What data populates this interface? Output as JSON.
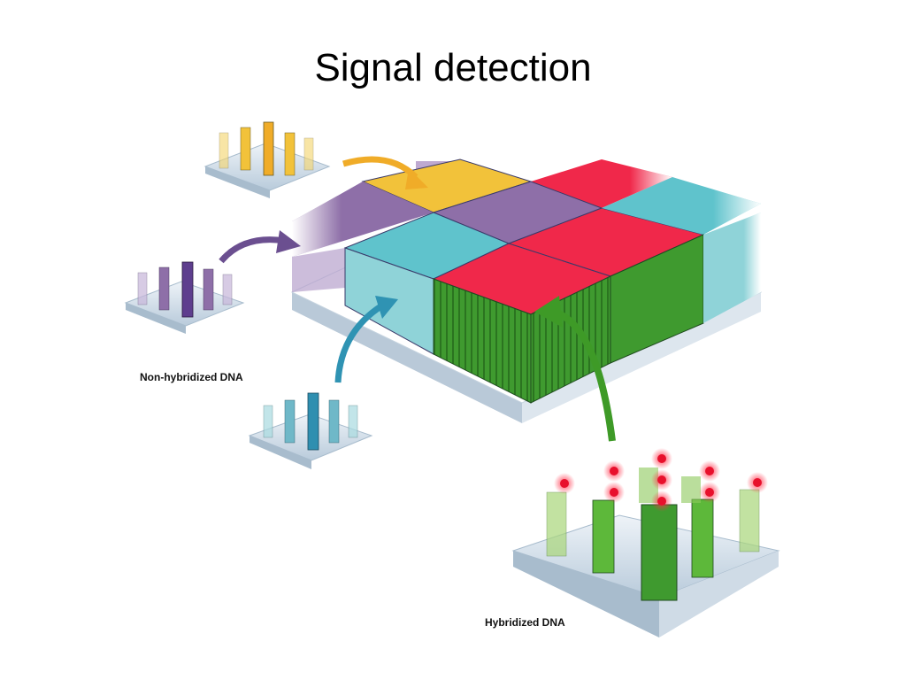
{
  "slide": {
    "title": "Signal detection"
  },
  "labels": {
    "non_hybridized": "Non-hybridized DNA",
    "hybridized": "Hybridized DNA"
  },
  "colors": {
    "yellow": "#f2c23a",
    "purple": "#8e6fa8",
    "teal": "#5fc3cc",
    "red": "#f0284a",
    "green": "#3f9a2f",
    "base": "#dfe8f0",
    "signal_dot": "#e8102c"
  },
  "probe_groups": [
    {
      "name": "yellow-probe-group",
      "color": "#f2c23a",
      "arrow": "#f0ac28"
    },
    {
      "name": "purple-probe-group",
      "color": "#7d5ea0",
      "arrow": "#6b4f90"
    },
    {
      "name": "teal-probe-group",
      "color": "#4fb4c4",
      "arrow": "#2f93b3"
    },
    {
      "name": "green-probe-group",
      "color": "#5db83a",
      "arrow": "#3e9a27"
    }
  ]
}
